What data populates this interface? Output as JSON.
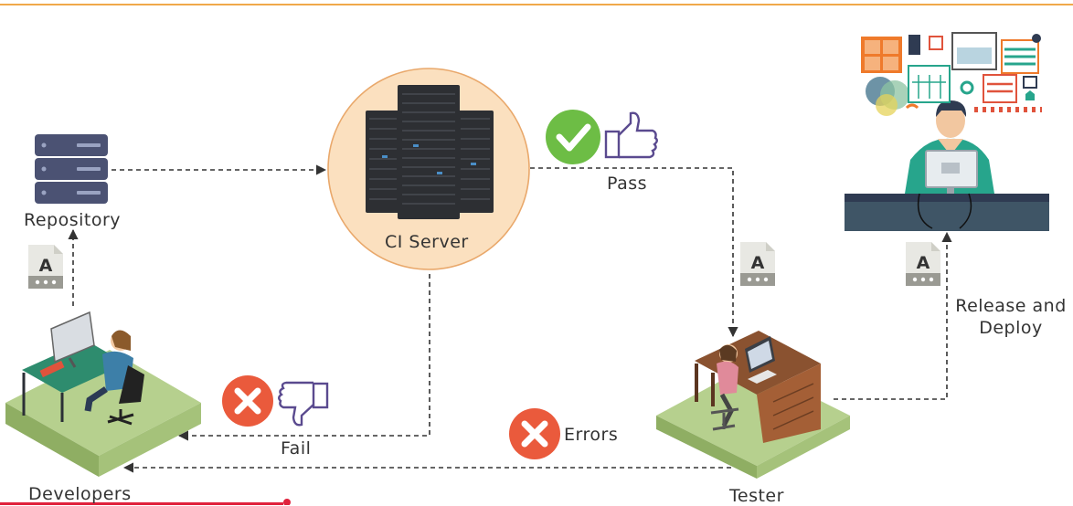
{
  "colors": {
    "top_rule": "#f0a94a",
    "ci_circle_fill": "#fbe0bf",
    "ci_circle_stroke": "#e9a86b",
    "pass_green": "#6dbd45",
    "fail_red": "#ea5a3c",
    "thumb_stroke": "#5a4a8f",
    "tile_green": "#b6d08e",
    "tile_edge": "#8fae63",
    "server_dark": "#2d2f33",
    "repo_blue": "#4b5273",
    "bottom_red": "#e0223c"
  },
  "nodes": {
    "repository": "Repository",
    "ci_server": "CI Server",
    "developers": "Developers",
    "tester": "Tester"
  },
  "edges": {
    "pass": "Pass",
    "fail": "Fail",
    "errors": "Errors",
    "release_line1": "Release and",
    "release_line2": "Deploy"
  },
  "file_icon_letter": "A",
  "icons": [
    "server-rack-icon",
    "repository-server-icon",
    "check-icon",
    "thumbs-up-icon",
    "x-icon",
    "thumbs-down-icon",
    "document-icon",
    "developer-desk-icon",
    "tester-desk-icon",
    "operator-monitor-icon",
    "dashboard-collage-icon"
  ]
}
